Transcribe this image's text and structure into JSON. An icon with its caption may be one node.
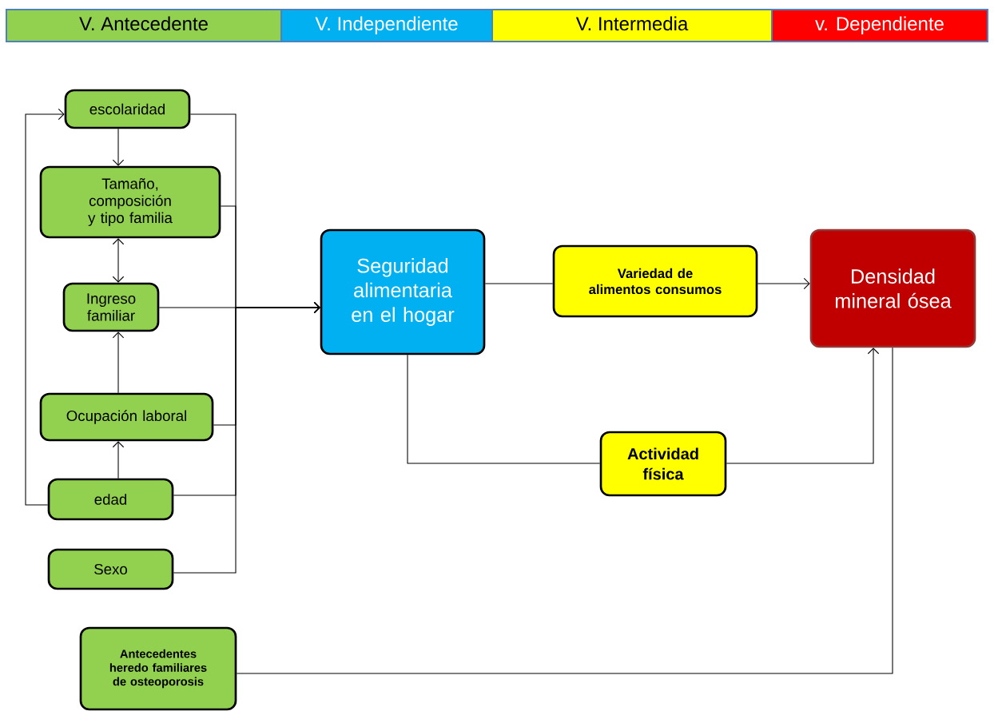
{
  "diagram": {
    "nodes": [
      {
        "text": [
          "escolaridad"
        ]
      },
      {
        "text": [
          "Tamaño, composición y tipo familia"
        ]
      },
      {
        "text": [
          "Ingreso familiar"
        ]
      },
      {
        "text": [
          "Ocupación laboral"
        ]
      },
      {
        "text": [
          "edad"
        ]
      },
      {
        "text": [
          "Sexo"
        ]
      },
      {
        "text": [
          "Antecedentes heredo familiares de osteoporosis"
        ]
      },
      {
        "text": [
          "Seguridad alimentaria en el hogar"
        ]
      },
      {
        "text": [
          "Variedad de alimentos consumos"
        ]
      },
      {
        "text": [
          "Actividad física"
        ]
      },
      {
        "text": [
          "Densidad mineral ósea"
        ]
      }
    ],
    "edges": [
      {
        "from": 0,
        "to": 1,
        "arrow": "to"
      },
      {
        "from": 1,
        "to": 2,
        "arrow": "both"
      },
      {
        "from": 3,
        "to": 2,
        "arrow": "to"
      },
      {
        "from": 4,
        "to": 3,
        "arrow": "to"
      },
      {
        "from": 4,
        "to": 0,
        "arrow": "to"
      },
      {
        "from": 0,
        "to": 7,
        "arrow": "to"
      },
      {
        "from": 1,
        "to": 7,
        "arrow": "to"
      },
      {
        "from": 2,
        "to": 7,
        "arrow": "to"
      },
      {
        "from": 3,
        "to": 7,
        "arrow": "to"
      },
      {
        "from": 4,
        "to": 7,
        "arrow": "to"
      },
      {
        "from": 5,
        "to": 7,
        "arrow": "to"
      },
      {
        "from": 7,
        "to": 8,
        "arrow": "none"
      },
      {
        "from": 8,
        "to": 10,
        "arrow": "to"
      },
      {
        "from": 7,
        "to": 9,
        "arrow": "none"
      },
      {
        "from": 9,
        "to": 10,
        "arrow": "to"
      },
      {
        "from": 6,
        "to": 10,
        "arrow": "none"
      }
    ],
    "legend": [
      {
        "text": "V. Antecedente",
        "color": "#92d050"
      },
      {
        "text": "V. Independiente",
        "color": "#00b0f0"
      },
      {
        "text": "V. Intermedia",
        "color": "#ffff00"
      },
      {
        "text": "v. Dependiente",
        "color": "#ff0000"
      }
    ]
  }
}
